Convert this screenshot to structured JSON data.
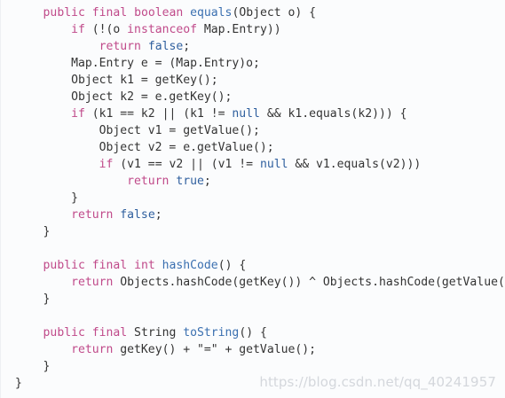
{
  "code_lines": [
    [
      {
        "text": "    ",
        "kind": "plain"
      },
      {
        "text": "public",
        "kind": "keyword"
      },
      {
        "text": " ",
        "kind": "plain"
      },
      {
        "text": "final",
        "kind": "keyword"
      },
      {
        "text": " ",
        "kind": "plain"
      },
      {
        "text": "boolean",
        "kind": "type"
      },
      {
        "text": " ",
        "kind": "plain"
      },
      {
        "text": "equals",
        "kind": "func"
      },
      {
        "text": "(Object o) {",
        "kind": "plain"
      }
    ],
    [
      {
        "text": "        ",
        "kind": "plain"
      },
      {
        "text": "if",
        "kind": "keyword"
      },
      {
        "text": " (!(o ",
        "kind": "plain"
      },
      {
        "text": "instanceof",
        "kind": "keyword"
      },
      {
        "text": " Map.Entry))",
        "kind": "plain"
      }
    ],
    [
      {
        "text": "            ",
        "kind": "plain"
      },
      {
        "text": "return",
        "kind": "keyword"
      },
      {
        "text": " ",
        "kind": "plain"
      },
      {
        "text": "false",
        "kind": "literal"
      },
      {
        "text": ";",
        "kind": "plain"
      }
    ],
    [
      {
        "text": "        Map.Entry e = (Map.Entry)o;",
        "kind": "plain"
      }
    ],
    [
      {
        "text": "        Object k1 = getKey();",
        "kind": "plain"
      }
    ],
    [
      {
        "text": "        Object k2 = e.getKey();",
        "kind": "plain"
      }
    ],
    [
      {
        "text": "        ",
        "kind": "plain"
      },
      {
        "text": "if",
        "kind": "keyword"
      },
      {
        "text": " (k1 == k2 || (k1 != ",
        "kind": "plain"
      },
      {
        "text": "null",
        "kind": "literal"
      },
      {
        "text": " && k1.equals(k2))) {",
        "kind": "plain"
      }
    ],
    [
      {
        "text": "            Object v1 = getValue();",
        "kind": "plain"
      }
    ],
    [
      {
        "text": "            Object v2 = e.getValue();",
        "kind": "plain"
      }
    ],
    [
      {
        "text": "            ",
        "kind": "plain"
      },
      {
        "text": "if",
        "kind": "keyword"
      },
      {
        "text": " (v1 == v2 || (v1 != ",
        "kind": "plain"
      },
      {
        "text": "null",
        "kind": "literal"
      },
      {
        "text": " && v1.equals(v2)))",
        "kind": "plain"
      }
    ],
    [
      {
        "text": "                ",
        "kind": "plain"
      },
      {
        "text": "return",
        "kind": "keyword"
      },
      {
        "text": " ",
        "kind": "plain"
      },
      {
        "text": "true",
        "kind": "literal"
      },
      {
        "text": ";",
        "kind": "plain"
      }
    ],
    [
      {
        "text": "        }",
        "kind": "plain"
      }
    ],
    [
      {
        "text": "        ",
        "kind": "plain"
      },
      {
        "text": "return",
        "kind": "keyword"
      },
      {
        "text": " ",
        "kind": "plain"
      },
      {
        "text": "false",
        "kind": "literal"
      },
      {
        "text": ";",
        "kind": "plain"
      }
    ],
    [
      {
        "text": "    }",
        "kind": "plain"
      }
    ],
    [
      {
        "text": "",
        "kind": "plain"
      }
    ],
    [
      {
        "text": "    ",
        "kind": "plain"
      },
      {
        "text": "public",
        "kind": "keyword"
      },
      {
        "text": " ",
        "kind": "plain"
      },
      {
        "text": "final",
        "kind": "keyword"
      },
      {
        "text": " ",
        "kind": "plain"
      },
      {
        "text": "int",
        "kind": "type"
      },
      {
        "text": " ",
        "kind": "plain"
      },
      {
        "text": "hashCode",
        "kind": "func"
      },
      {
        "text": "() {",
        "kind": "plain"
      }
    ],
    [
      {
        "text": "        ",
        "kind": "plain"
      },
      {
        "text": "return",
        "kind": "keyword"
      },
      {
        "text": " Objects.hashCode(getKey()) ^ Objects.hashCode(getValue());",
        "kind": "plain"
      }
    ],
    [
      {
        "text": "    }",
        "kind": "plain"
      }
    ],
    [
      {
        "text": "",
        "kind": "plain"
      }
    ],
    [
      {
        "text": "    ",
        "kind": "plain"
      },
      {
        "text": "public",
        "kind": "keyword"
      },
      {
        "text": " ",
        "kind": "plain"
      },
      {
        "text": "final",
        "kind": "keyword"
      },
      {
        "text": " String ",
        "kind": "plain"
      },
      {
        "text": "toString",
        "kind": "func"
      },
      {
        "text": "() {",
        "kind": "plain"
      }
    ],
    [
      {
        "text": "        ",
        "kind": "plain"
      },
      {
        "text": "return",
        "kind": "keyword"
      },
      {
        "text": " getKey() + \"=\" + getValue();",
        "kind": "plain"
      }
    ],
    [
      {
        "text": "    }",
        "kind": "plain"
      }
    ],
    [
      {
        "text": "}",
        "kind": "plain"
      }
    ]
  ],
  "watermark": {
    "text": "https://blog.csdn.net/qq_40241957"
  },
  "colors": {
    "background": "#fbfcfd",
    "keyword": "#c04a8a",
    "function": "#3a6fb0",
    "literal": "#2f5f9e",
    "text": "#333333",
    "watermark": "#d2d5da"
  }
}
